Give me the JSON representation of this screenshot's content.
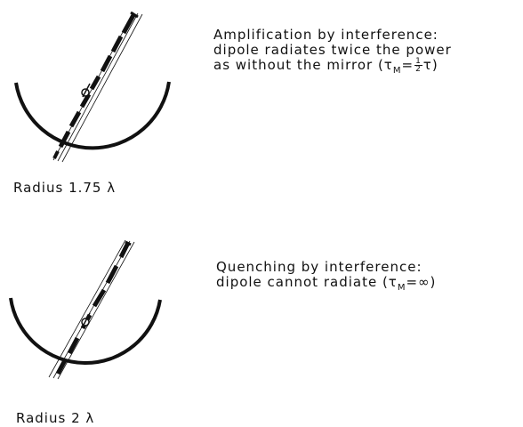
{
  "panels": [
    {
      "radius_label": "Radius 1.75 λ",
      "description": {
        "line1": "Amplification by interference:",
        "line2": "dipole radiates twice the power",
        "line3_prefix": "as without the mirror (τ",
        "line3_sub": "M",
        "line3_eq": "=",
        "fraction_num": "1",
        "fraction_den": "2",
        "line3_suffix": "τ)"
      }
    },
    {
      "radius_label": "Radius 2 λ",
      "description": {
        "line1": "Quenching by interference:",
        "line2_prefix": "dipole cannot radiate (τ",
        "line2_sub": "M",
        "line2_suffix": "=∞)"
      }
    }
  ],
  "colors": {
    "ink": "#111111",
    "background": "#ffffff"
  }
}
